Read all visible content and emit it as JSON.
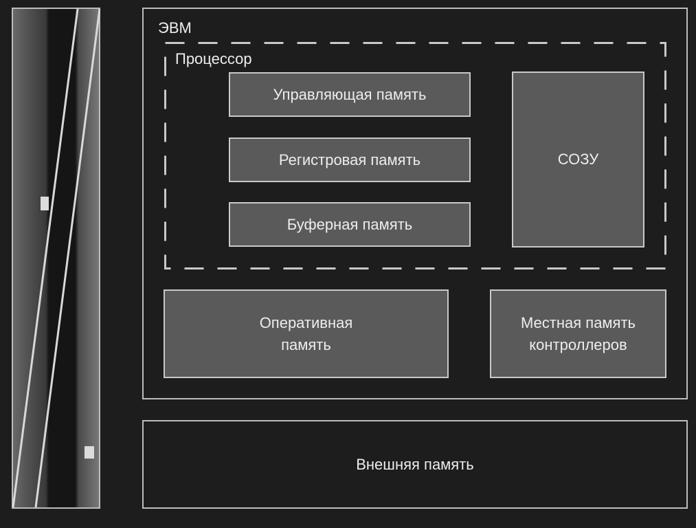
{
  "evm": {
    "label": "ЭВМ"
  },
  "processor": {
    "label": "Процессор",
    "control_memory": "Управляющая память",
    "register_memory": "Регистровая память",
    "buffer_memory": "Буферная память",
    "sozu": "СОЗУ"
  },
  "main_memory": {
    "line1": "Оперативная",
    "line2": "память"
  },
  "controller_memory": {
    "line1": "Местная память",
    "line2": "контроллеров"
  },
  "external_memory": {
    "label": "Внешняя память"
  },
  "colors": {
    "background": "#1d1d1d",
    "block_fill": "#5a5a5a",
    "border": "#bdbdbd",
    "text": "#ededed"
  }
}
